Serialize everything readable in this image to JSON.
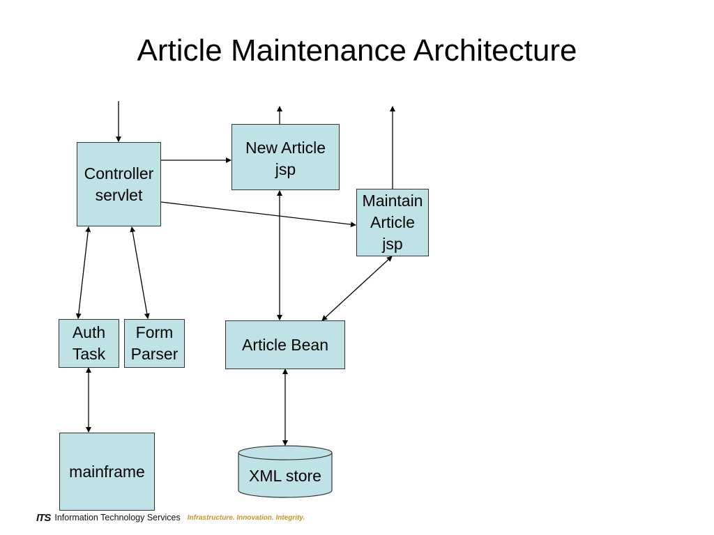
{
  "slide": {
    "title": "Article Maintenance Architecture"
  },
  "nodes": {
    "controller": "Controller\nservlet",
    "new_article": "New Article\njsp",
    "maintain_article": "Maintain\nArticle\njsp",
    "auth_task": "Auth\nTask",
    "form_parser": "Form\nParser",
    "article_bean": "Article Bean",
    "mainframe": "mainframe",
    "xml_store": "XML store"
  },
  "colors": {
    "box_fill": "#bfe2e6",
    "box_border": "#333333",
    "arrow": "#000000",
    "tagline": "#c8912a"
  },
  "footer": {
    "logo": "ITS",
    "org": "Information Technology Services",
    "tagline": "Infrastructure. Innovation. Integrity."
  }
}
